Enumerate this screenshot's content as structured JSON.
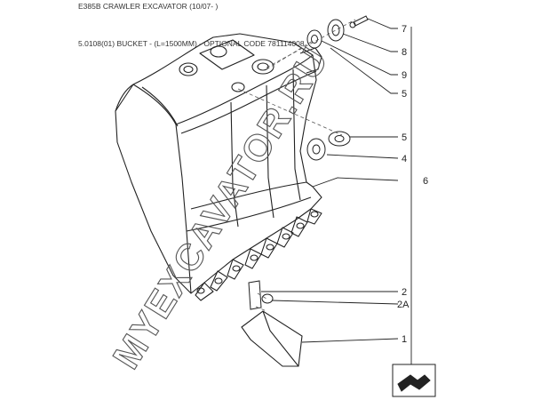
{
  "header": {
    "title": "E385B CRAWLER EXCAVATOR (10/07- )",
    "subtitle": "5.0108(01) BUCKET - (L=1500MM) - OPTIONAL CODE 781114008"
  },
  "callouts": [
    {
      "id": "c7",
      "label": "7"
    },
    {
      "id": "c8",
      "label": "8"
    },
    {
      "id": "c9",
      "label": "9"
    },
    {
      "id": "c5a",
      "label": "5"
    },
    {
      "id": "c5b",
      "label": "5"
    },
    {
      "id": "c4",
      "label": "4"
    },
    {
      "id": "c6",
      "label": "6"
    },
    {
      "id": "c2",
      "label": "2"
    },
    {
      "id": "c2a",
      "label": "2A"
    },
    {
      "id": "c1",
      "label": "1"
    }
  ],
  "watermark": "MYEXCAVATOR.RU",
  "nav_icon": "next-page-arrow-icon"
}
